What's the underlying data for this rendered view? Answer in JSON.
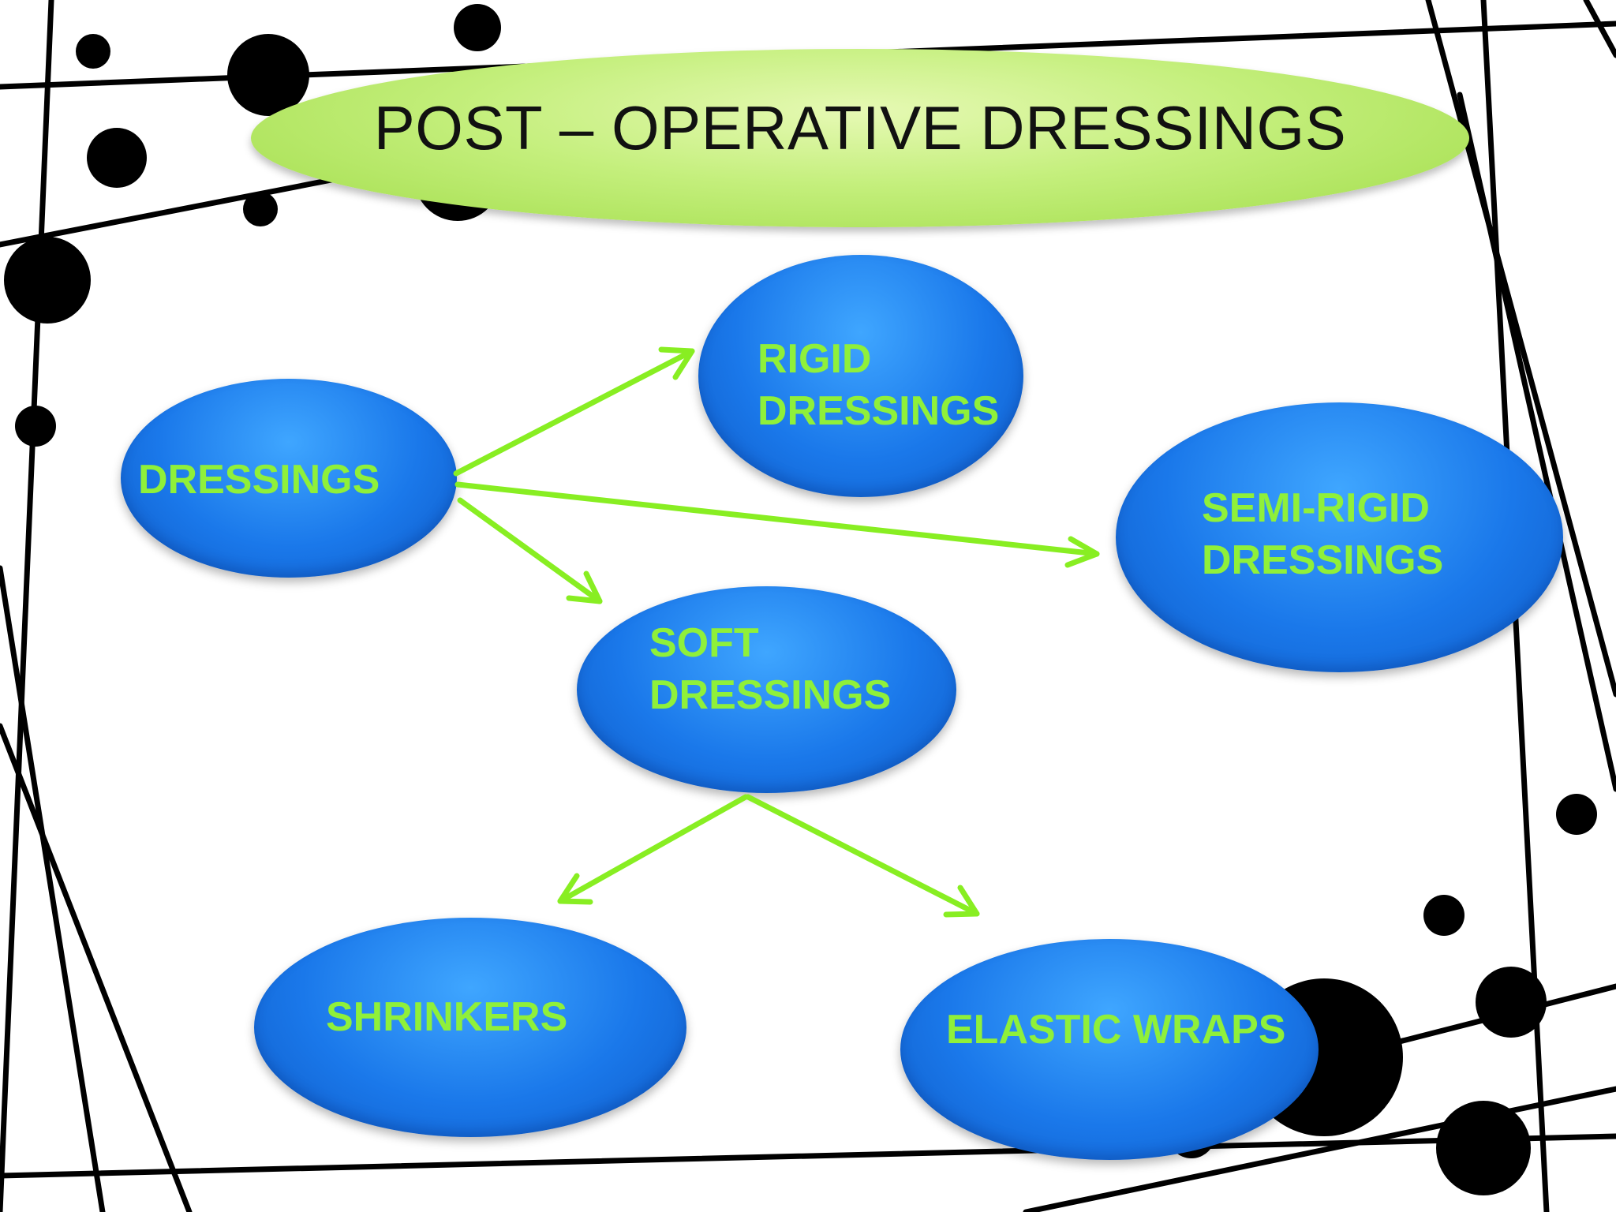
{
  "title": "POST – OPERATIVE DRESSINGS",
  "colors": {
    "node_fill": "#1a78ea",
    "node_text": "#8ff03a",
    "arrow": "#88ee22",
    "title_fill": "#c4ef7c",
    "title_text": "#111111",
    "decoration": "#000000"
  },
  "nodes": {
    "dressings": "DRESSINGS",
    "rigid": "RIGID\nDRESSINGS",
    "semi_rigid": "SEMI-RIGID\nDRESSINGS",
    "soft": "SOFT\nDRESSINGS",
    "shrinkers": "SHRINKERS",
    "elastic_wraps": "ELASTIC WRAPS"
  },
  "edges": [
    {
      "from": "DRESSINGS",
      "to": "RIGID DRESSINGS"
    },
    {
      "from": "DRESSINGS",
      "to": "SEMI-RIGID DRESSINGS"
    },
    {
      "from": "DRESSINGS",
      "to": "SOFT DRESSINGS"
    },
    {
      "from": "SOFT DRESSINGS",
      "to": "SHRINKERS"
    },
    {
      "from": "SOFT DRESSINGS",
      "to": "ELASTIC WRAPS"
    }
  ]
}
